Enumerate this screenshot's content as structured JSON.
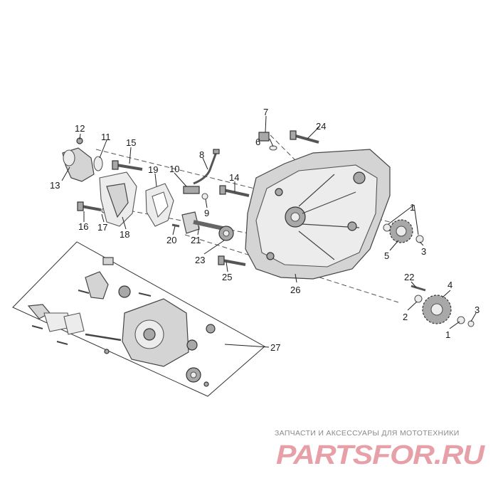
{
  "callouts": [
    {
      "id": "1a",
      "text": "1"
    },
    {
      "id": "1b",
      "text": "1"
    },
    {
      "id": "2a",
      "text": "2"
    },
    {
      "id": "3a",
      "text": "3"
    },
    {
      "id": "3b",
      "text": "3"
    },
    {
      "id": "4",
      "text": "4"
    },
    {
      "id": "5",
      "text": "5"
    },
    {
      "id": "6",
      "text": "6"
    },
    {
      "id": "7",
      "text": "7"
    },
    {
      "id": "8",
      "text": "8"
    },
    {
      "id": "9",
      "text": "9"
    },
    {
      "id": "10",
      "text": "10"
    },
    {
      "id": "11",
      "text": "11"
    },
    {
      "id": "12",
      "text": "12"
    },
    {
      "id": "13",
      "text": "13"
    },
    {
      "id": "14",
      "text": "14"
    },
    {
      "id": "15",
      "text": "15"
    },
    {
      "id": "16",
      "text": "16"
    },
    {
      "id": "17",
      "text": "17"
    },
    {
      "id": "18",
      "text": "18"
    },
    {
      "id": "19",
      "text": "19"
    },
    {
      "id": "20",
      "text": "20"
    },
    {
      "id": "21",
      "text": "21"
    },
    {
      "id": "22",
      "text": "22"
    },
    {
      "id": "23",
      "text": "23"
    },
    {
      "id": "24",
      "text": "24"
    },
    {
      "id": "25",
      "text": "25"
    },
    {
      "id": "26",
      "text": "26"
    },
    {
      "id": "27",
      "text": "27"
    }
  ],
  "watermark": {
    "tagline": "ЗАПЧАСТИ И АКСЕССУАРЫ ДЛЯ МОТОТЕХНИКИ",
    "logo": "PARTSFOR.RU",
    "color": "#e8a0a8"
  }
}
